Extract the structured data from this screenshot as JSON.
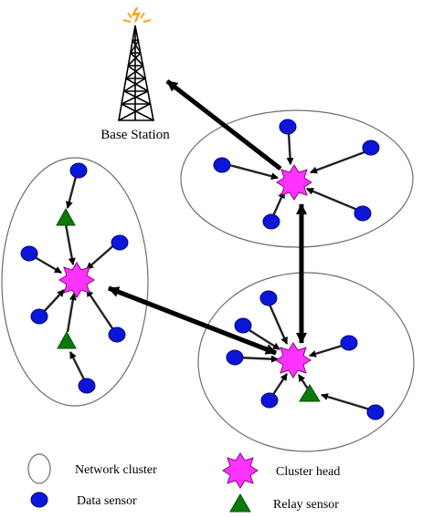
{
  "base_station": {
    "label": "Base Station",
    "spark_color": "#f5a623"
  },
  "colors": {
    "cluster_head": "#ff33ff",
    "data_sensor": "#0b16d8",
    "relay_sensor": "#0b7a0b",
    "cluster_outline": "#6e6e6e",
    "link": "#000000"
  },
  "legend": {
    "network_cluster": "Network cluster",
    "data_sensor": "Data sensor",
    "cluster_head": "Cluster head",
    "relay_sensor": "Relay sensor"
  }
}
